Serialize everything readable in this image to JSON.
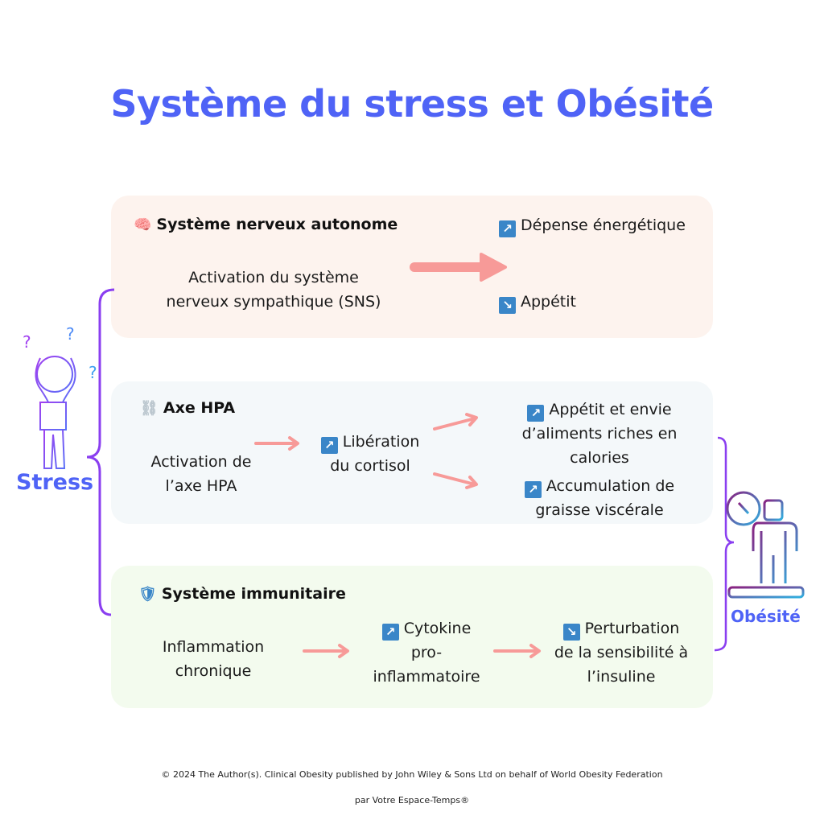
{
  "title": "Système du stress et Obésité",
  "stress_label": "Stress",
  "obesity_label": "Obésité",
  "sections": [
    {
      "heading": "Système nerveux autonome",
      "icon": "brain-icon",
      "cause": [
        "Activation du système",
        "nerveux sympathique (SNS)"
      ],
      "effects": [
        {
          "direction": "up",
          "text": "Dépense énergétique"
        },
        {
          "direction": "down",
          "text": "Appétit"
        }
      ]
    },
    {
      "heading": "Axe HPA",
      "icon": "chain-icon",
      "cause": [
        "Activation de",
        "l’axe HPA"
      ],
      "intermediate": {
        "direction": "up",
        "lines": [
          "Libération",
          "du cortisol"
        ]
      },
      "effects": [
        {
          "direction": "up",
          "lines": [
            "Appétit et envie",
            "d’aliments riches en",
            "calories"
          ]
        },
        {
          "direction": "up",
          "lines": [
            "Accumulation de",
            "graisse viscérale"
          ]
        }
      ]
    },
    {
      "heading": "Système immunitaire",
      "icon": "shield-icon",
      "cause": [
        "Inflammation",
        "chronique"
      ],
      "intermediate": {
        "direction": "up",
        "lines": [
          "Cytokine",
          "pro-",
          "inflammatoire"
        ]
      },
      "effects": [
        {
          "direction": "down",
          "lines": [
            "Perturbation",
            "de la sensibilité à",
            "l’insuline"
          ]
        }
      ]
    }
  ],
  "footer": {
    "copyright": "© 2024 The Author(s). Clinical Obesity published by John Wiley & Sons Ltd on behalf of World Obesity Federation",
    "credit": "par Votre Espace-Temps®"
  },
  "colors": {
    "title": "#4f63f6",
    "arrow": "#f79a98",
    "brace": "#8a3ef0",
    "icon": "#3a86c8"
  }
}
